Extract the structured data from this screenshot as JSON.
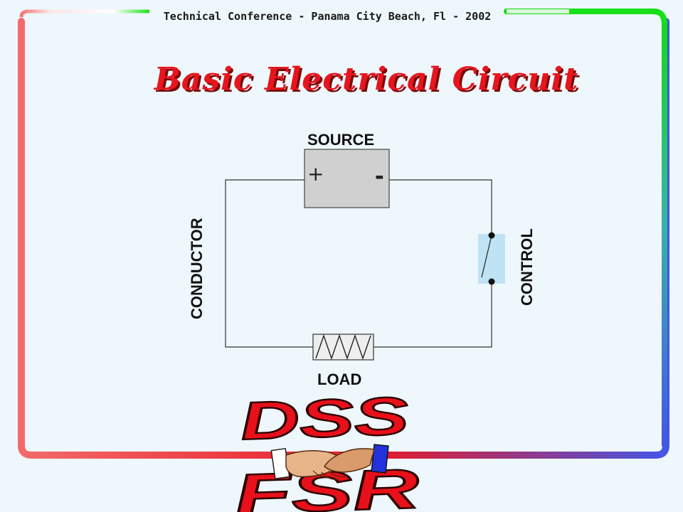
{
  "header": {
    "text": "Technical Conference - Panama City Beach, Fl - 2002"
  },
  "title": {
    "text": "Basic Electrical Circuit"
  },
  "diagram": {
    "source_label": "SOURCE",
    "plus_sign": "+",
    "minus_sign": "-",
    "conductor_label": "CONDUCTOR",
    "control_label": "CONTROL",
    "load_label": "LOAD"
  },
  "logo": {
    "top_text": "DSS",
    "bottom_text": "FSR"
  },
  "colors": {
    "frame_gradient_left": "#f25a5a",
    "frame_gradient_mid": "#e21c2c",
    "frame_gradient_right": "#3d4fe0",
    "frame_top_right": "#20e020",
    "title_red": "#e8141e",
    "source_box": "#d0d0d0",
    "switch_box": "#bfe3f5"
  },
  "icons": [
    "handshake-icon",
    "switch-icon",
    "resistor-icon"
  ]
}
